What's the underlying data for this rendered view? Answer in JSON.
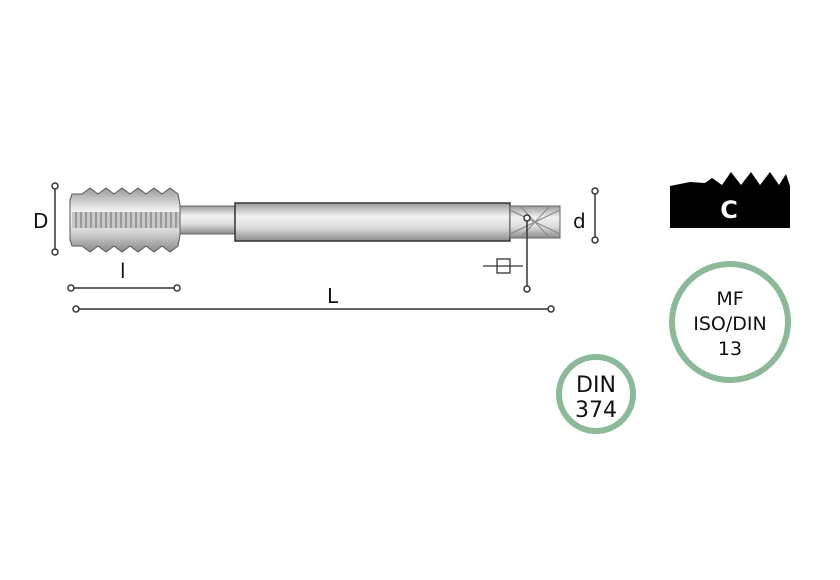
{
  "dimensions": {
    "nominal_diameter": "D",
    "thread_length": "l",
    "overall_length": "L",
    "shank_diameter": "d"
  },
  "thread_profile_badge": {
    "label": "C",
    "color": "#000000"
  },
  "standards": [
    {
      "lines": [
        "MF",
        "ISO/DIN",
        "13"
      ]
    },
    {
      "lines": [
        "DIN",
        "374"
      ]
    }
  ],
  "colors": {
    "badge_ring": "#8db89a",
    "line": "#333333"
  }
}
